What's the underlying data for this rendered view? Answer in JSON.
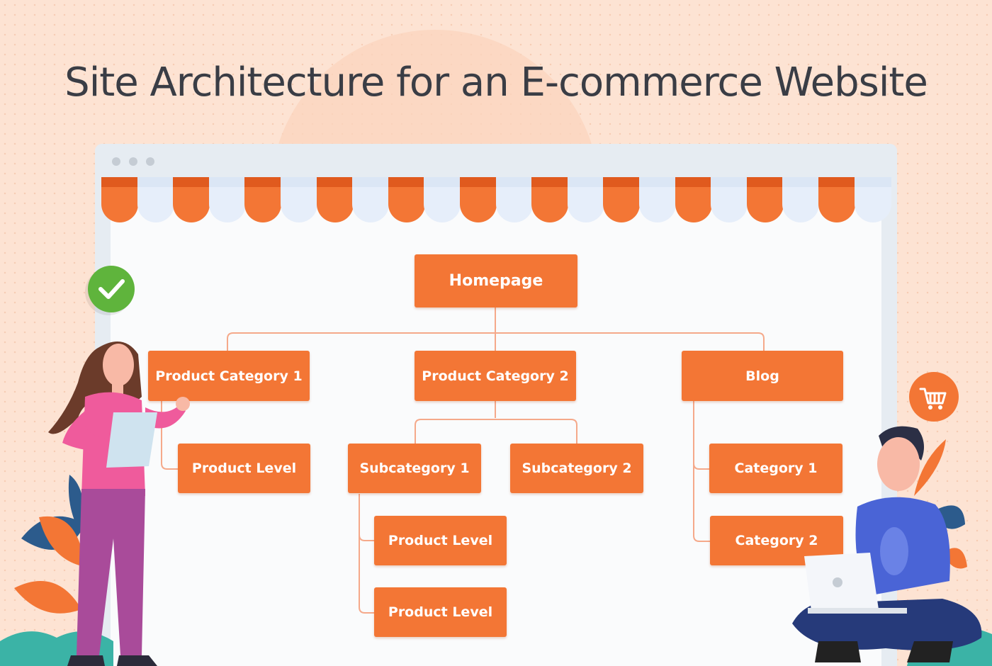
{
  "title": "Site Architecture for an E-commerce Website",
  "nodes": {
    "homepage": "Homepage",
    "category1": "Product Category 1",
    "category2": "Product Category 2",
    "blog": "Blog",
    "product_level_c1": "Product Level",
    "subcategory1": "Subcategory 1",
    "subcategory2": "Subcategory 2",
    "product_level_s1a": "Product Level",
    "product_level_s1b": "Product Level",
    "blog_category1": "Category 1",
    "blog_category2": "Category 2"
  },
  "colors": {
    "node": "#f37635",
    "connector": "#f5a98a",
    "background": "#fde3d3",
    "check": "#5fb43c"
  },
  "icons": [
    "check-icon",
    "shopping-cart-icon"
  ]
}
